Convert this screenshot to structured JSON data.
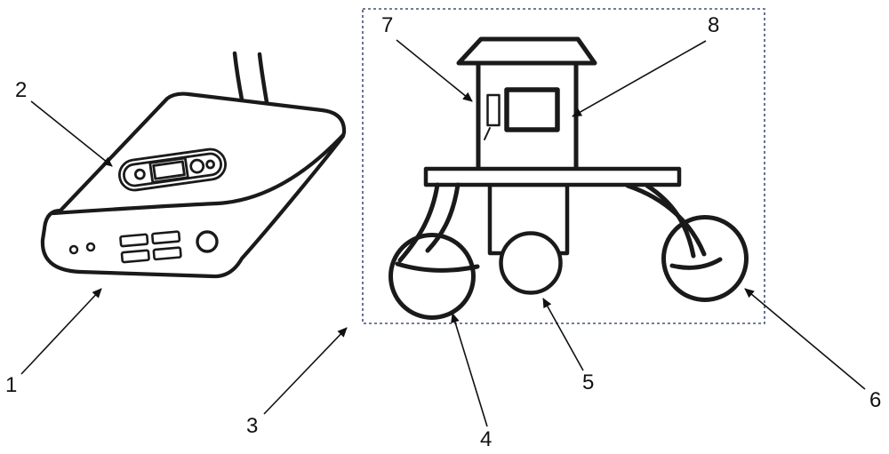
{
  "figure": {
    "labels": [
      {
        "id": "1",
        "text": "1"
      },
      {
        "id": "2",
        "text": "2"
      },
      {
        "id": "3",
        "text": "3"
      },
      {
        "id": "4",
        "text": "4"
      },
      {
        "id": "5",
        "text": "5"
      },
      {
        "id": "6",
        "text": "6"
      },
      {
        "id": "7",
        "text": "7"
      },
      {
        "id": "8",
        "text": "8"
      }
    ],
    "colors": {
      "line": "#1a1a1a",
      "boundary": "#44507a",
      "background": "#ffffff"
    }
  }
}
